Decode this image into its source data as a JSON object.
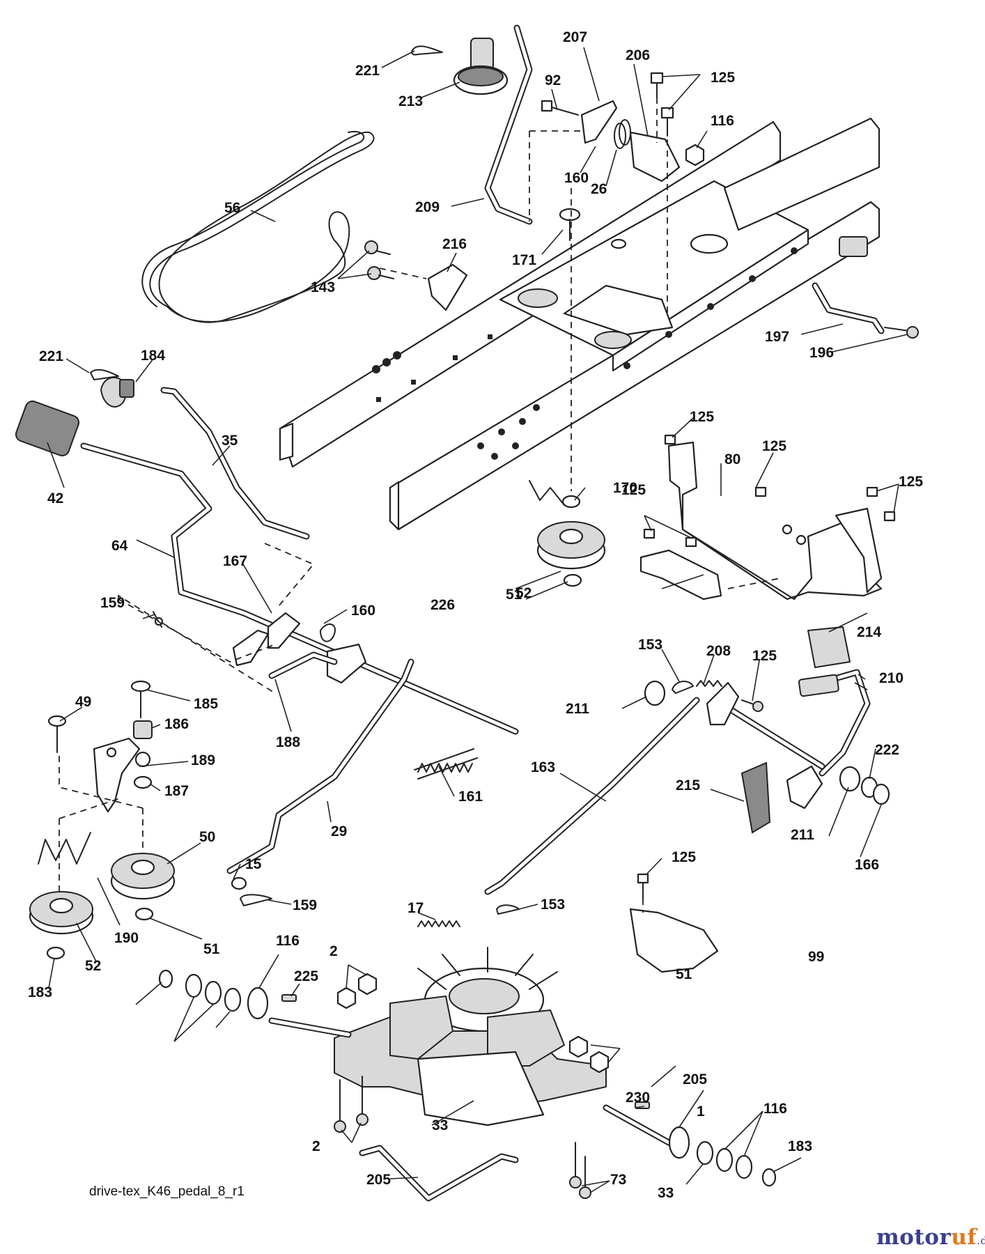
{
  "diagram": {
    "caption": "drive-tex_K46_pedal_8_r1",
    "watermark": {
      "part1": "motor",
      "part2": "uf",
      "part3": ".de"
    },
    "callouts": [
      "221",
      "213",
      "207",
      "92",
      "206",
      "125",
      "116",
      "160",
      "26",
      "209",
      "56",
      "171",
      "216",
      "143",
      "197",
      "196",
      "221",
      "184",
      "42",
      "35",
      "125",
      "80",
      "125",
      "125",
      "170",
      "125",
      "52",
      "64",
      "51",
      "226",
      "167",
      "160",
      "159",
      "214",
      "153",
      "208",
      "125",
      "211",
      "210",
      "185",
      "188",
      "49",
      "186",
      "189",
      "222",
      "163",
      "187",
      "215",
      "161",
      "211",
      "166",
      "50",
      "29",
      "15",
      "125",
      "159",
      "17",
      "153",
      "190",
      "51",
      "52",
      "183",
      "116",
      "2",
      "225",
      "51",
      "33",
      "205",
      "230",
      "116",
      "1",
      "183",
      "2",
      "205",
      "73",
      "33",
      "99",
      "73",
      "230"
    ]
  }
}
